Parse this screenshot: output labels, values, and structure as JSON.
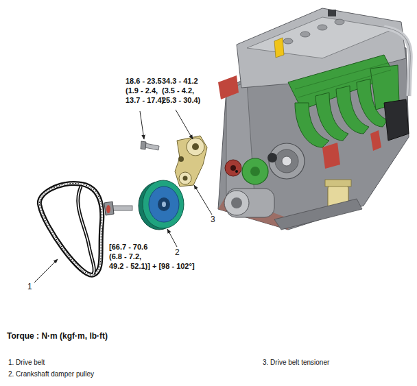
{
  "diagram": {
    "labels": [
      "18.6 - 23.5 (1.9 - 2.4, 13.7 - 17.4)",
      "34.3 - 41.2 (3.5 - 4.2, 25.3 - 30.4)",
      "3",
      "2",
      "1",
      "[66.7 - 70.6 (6.8 - 7.2, 49.2 - 52.1)] + [98 - 102°]",
      "Torque : N·m (kgf·m, lb·ft)",
      "1. Drive belt",
      "3. Drive belt tensioner",
      "2. Crankshaft damper pulley"
    ]
  }
}
